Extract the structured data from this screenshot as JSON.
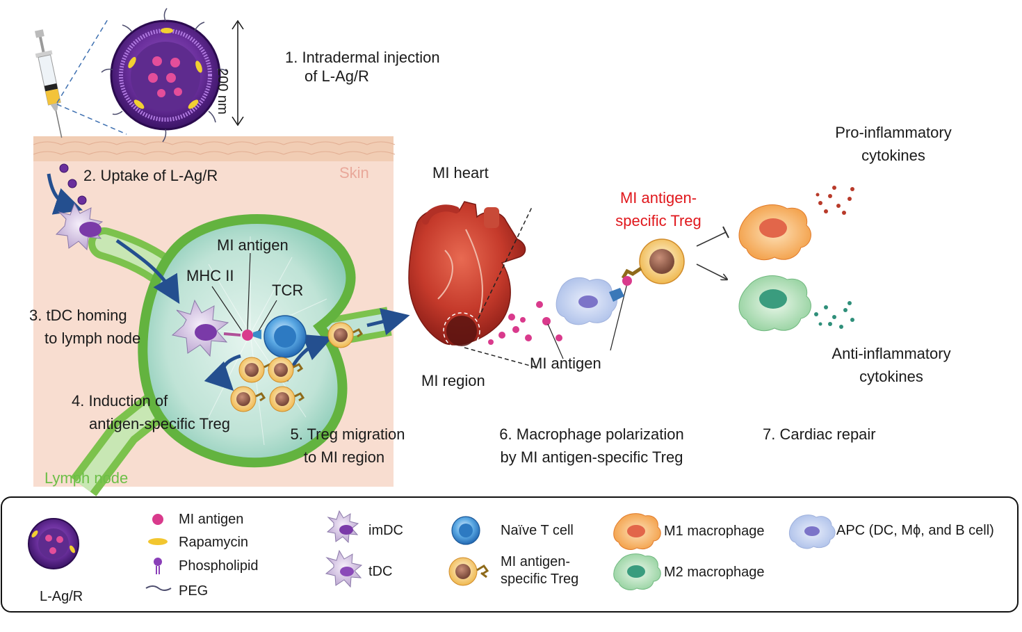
{
  "steps": {
    "s1": [
      "1. Intradermal injection",
      "of L-Ag/R"
    ],
    "s2": "2. Uptake of L-Ag/R",
    "s3": [
      "3. tDC homing",
      "to lymph node"
    ],
    "s4": [
      "4. Induction of",
      "antigen-specific Treg"
    ],
    "s5": [
      "5. Treg migration",
      "to MI region"
    ],
    "s6": [
      "6. Macrophage polarization",
      "by MI antigen-specific Treg"
    ],
    "s7": "7. Cardiac repair"
  },
  "labels": {
    "size": "200 nm",
    "skin": "Skin",
    "lymph_node": "Lymph node",
    "mi_antigen_node": "MI antigen",
    "mhc2": "MHC II",
    "tcr": "TCR",
    "mi_heart": "MI heart",
    "mi_region": "MI region",
    "mi_antigen_heart": "MI antigen",
    "treg_red": [
      "MI antigen-",
      "specific Treg"
    ],
    "pro": [
      "Pro-inflammatory",
      "cytokines"
    ],
    "anti": [
      "Anti-inflammatory",
      "cytokines"
    ]
  },
  "colors": {
    "treg_highlight": "#e0171c",
    "skin_text": "#e9a89a",
    "lymph_text": "#6cbf47",
    "arrow": "#244f8f"
  },
  "legend": {
    "liposome": "L-Ag/R",
    "mi_antigen": "MI antigen",
    "rapamycin": "Rapamycin",
    "phospholipid": "Phospholipid",
    "peg": "PEG",
    "imdc": "imDC",
    "tdc": "tDC",
    "naive_t": "Naïve T cell",
    "treg": [
      "MI antigen-",
      "specific Treg"
    ],
    "m1": "M1 macrophage",
    "m2": "M2 macrophage",
    "apc": "APC (DC, Mϕ, and B cell)"
  }
}
